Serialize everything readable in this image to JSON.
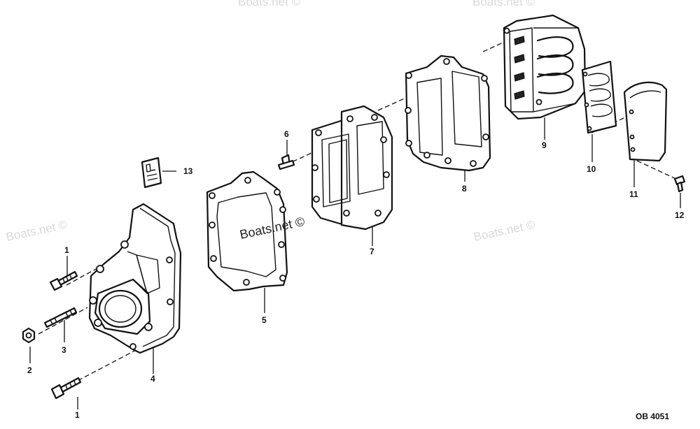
{
  "watermarks": {
    "top_left": "Boats.net ©",
    "top_right": "Boats.net ©",
    "left": "Boats.net ©",
    "right": "Boats.net ©",
    "center": "Boats.net ©"
  },
  "callouts": [
    "1",
    "2",
    "3",
    "4",
    "5",
    "6",
    "7",
    "8",
    "9",
    "10",
    "11",
    "12",
    "13",
    "1"
  ],
  "drawing_code": "OB 4051",
  "colors": {
    "line": "#111111",
    "watermark": "#d9d9d9",
    "background": "#ffffff"
  }
}
